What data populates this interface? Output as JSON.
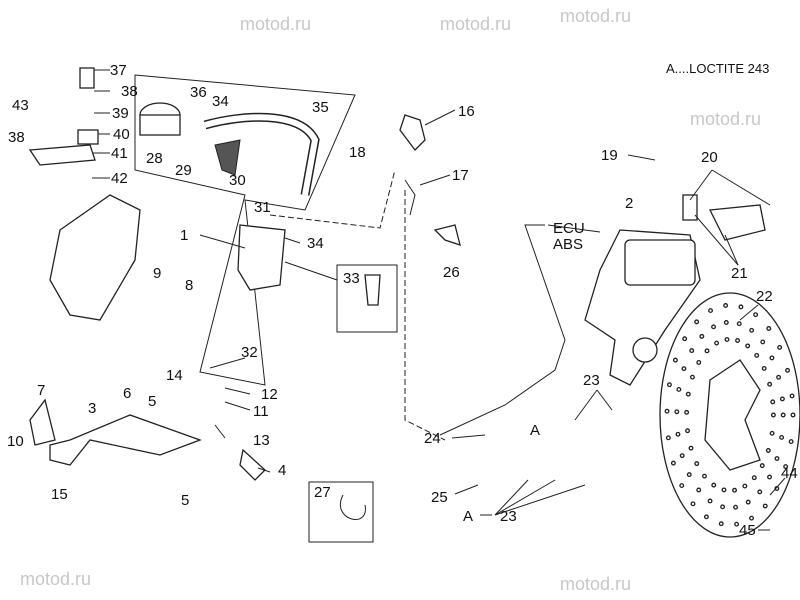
{
  "legend": "A....LOCTITE 243",
  "watermark": "motod.ru",
  "ecu_label": "ECU",
  "abs_label": "ABS",
  "callouts": [
    "37",
    "38",
    "43",
    "39",
    "40",
    "38",
    "41",
    "42",
    "36",
    "34",
    "35",
    "28",
    "29",
    "30",
    "16",
    "18",
    "17",
    "31",
    "1",
    "34",
    "33",
    "26",
    "9",
    "8",
    "32",
    "12",
    "11",
    "14",
    "13",
    "7",
    "3",
    "6",
    "5",
    "10",
    "15",
    "5",
    "4",
    "27",
    "2",
    "19",
    "20",
    "21",
    "22",
    "23",
    "A",
    "24",
    "25",
    "23",
    "A",
    "44",
    "45"
  ]
}
